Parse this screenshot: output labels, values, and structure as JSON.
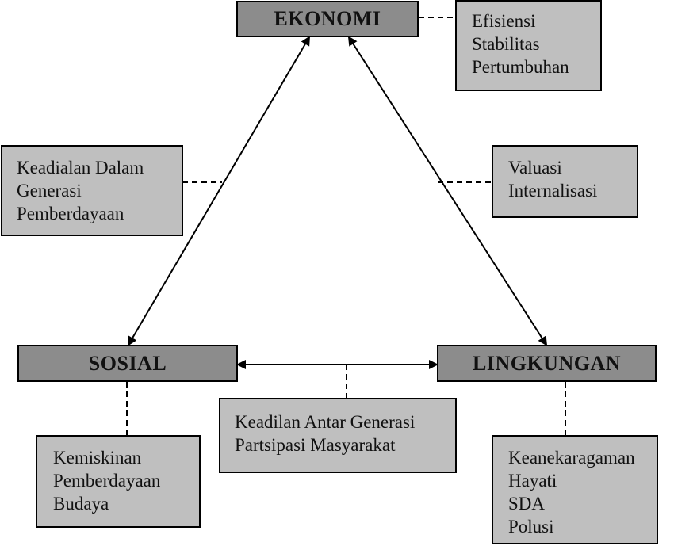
{
  "nodes": {
    "ekonomi": "EKONOMI",
    "sosial": "SOSIAL",
    "lingkungan": "LINGKUNGAN"
  },
  "boxes": {
    "ekonomi_attrs": [
      "Efisiensi",
      "Stabilitas",
      "Pertumbuhan"
    ],
    "ekonomi_sosial": [
      "Keadialan Dalam",
      "Generasi",
      "Pemberdayaan"
    ],
    "ekonomi_lingkungan": [
      "Valuasi",
      "Internalisasi"
    ],
    "sosial_lingkungan": [
      "Keadilan Antar Generasi",
      "Partsipasi Masyarakat"
    ],
    "sosial_attrs": [
      "Kemiskinan",
      "Pemberdayaan",
      "Budaya"
    ],
    "lingkungan_attrs": [
      "Keanekaragaman",
      "Hayati",
      "SDA",
      "Polusi"
    ]
  },
  "colors": {
    "node_fill": "#8c8c8c",
    "box_fill": "#bfbfbf",
    "line": "#000000"
  }
}
